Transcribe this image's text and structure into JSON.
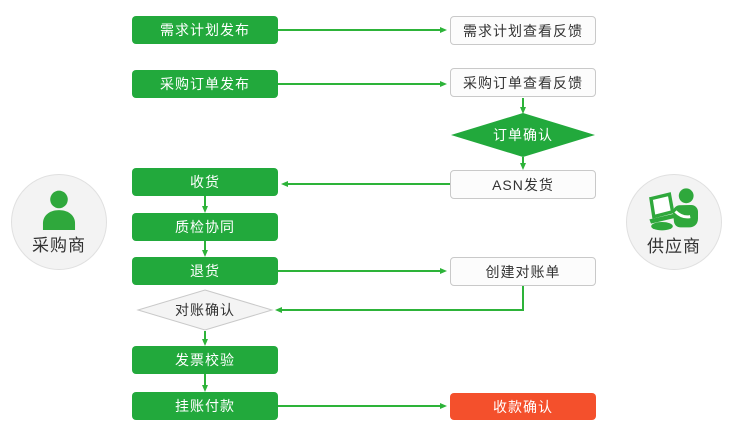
{
  "colors": {
    "process_green": "#22a93c",
    "connector_green": "#2db339",
    "terminal_red": "#f4502c",
    "neutral_box_border": "#c9c9c9",
    "neutral_fill": "#f4f4f4"
  },
  "actors": {
    "buyer": {
      "label": "采购商",
      "icon": "person-icon"
    },
    "supplier": {
      "label": "供应商",
      "icon": "person-laptop-icon"
    }
  },
  "nodes": {
    "demand_publish": "需求计划发布",
    "demand_feedback": "需求计划查看反馈",
    "po_publish": "采购订单发布",
    "po_feedback": "采购订单查看反馈",
    "order_confirm": "订单确认",
    "asn_ship": "ASN发货",
    "receive": "收货",
    "quality_collab": "质检协同",
    "return_goods": "退货",
    "create_statement": "创建对账单",
    "statement_confirm": "对账确认",
    "invoice_check": "发票校验",
    "book_payment": "挂账付款",
    "receipt_confirm": "收款确认"
  }
}
